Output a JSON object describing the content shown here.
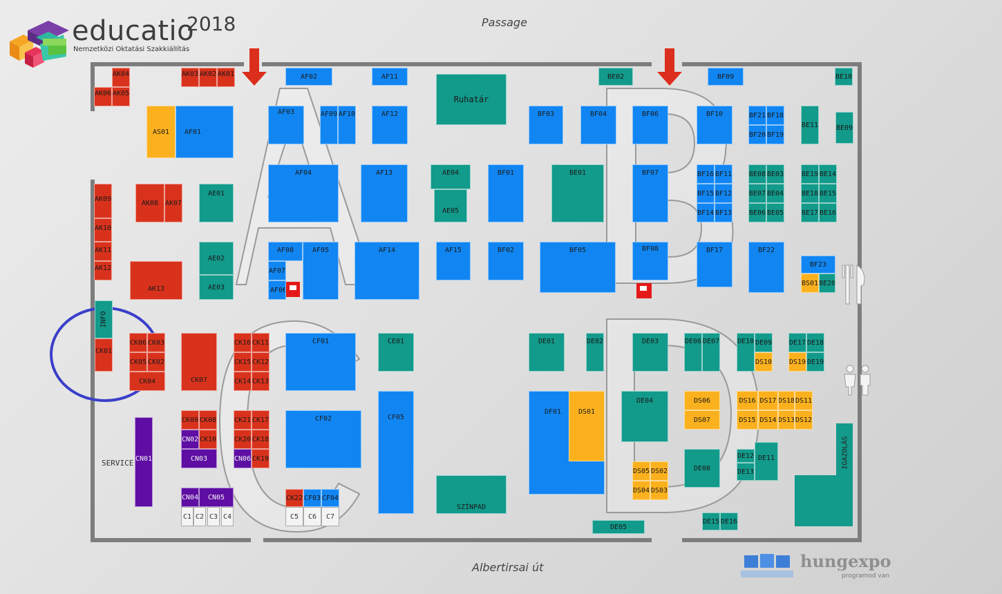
{
  "logo": {
    "name": "educatio",
    "year": "2018",
    "subtitle": "Nemzetközi Oktatási Szakkiállítás"
  },
  "streets": {
    "top": "Passage",
    "bottom": "Albertirsai út"
  },
  "labels": {
    "service": "SERVICE",
    "info": "INFO",
    "igazolas": "IGAZOLÁS"
  },
  "brand": {
    "name": "hungexpo",
    "tagline": "programod van"
  },
  "hall_letters": [
    "A",
    "B",
    "C",
    "D"
  ],
  "icons": [
    "arrow-down-icon",
    "fire-extinguisher-icon",
    "restaurant-icon",
    "restroom-icon"
  ],
  "colors": {
    "red": "#d9321c",
    "blue": "#1186f2",
    "teal": "#129a8b",
    "orange": "#fbb11e",
    "purple": "#5e0ea3",
    "highlight": "#3a3fc9"
  },
  "booths": [
    {
      "id": "AK04",
      "c": "red"
    },
    {
      "id": "AK06",
      "c": "red"
    },
    {
      "id": "AK05",
      "c": "red"
    },
    {
      "id": "AK03",
      "c": "red"
    },
    {
      "id": "AK02",
      "c": "red"
    },
    {
      "id": "AK01",
      "c": "red"
    },
    {
      "id": "AS01",
      "c": "orange"
    },
    {
      "id": "AF01",
      "c": "blue"
    },
    {
      "id": "AK09",
      "c": "red"
    },
    {
      "id": "AK10",
      "c": "red"
    },
    {
      "id": "AK11",
      "c": "red"
    },
    {
      "id": "AK12",
      "c": "red"
    },
    {
      "id": "AK08",
      "c": "red"
    },
    {
      "id": "AK07",
      "c": "red"
    },
    {
      "id": "AK13",
      "c": "red"
    },
    {
      "id": "AE01",
      "c": "teal"
    },
    {
      "id": "AE02",
      "c": "teal"
    },
    {
      "id": "AE03",
      "c": "teal"
    },
    {
      "id": "AF02",
      "c": "blue"
    },
    {
      "id": "AF11",
      "c": "blue"
    },
    {
      "id": "AF03",
      "c": "blue"
    },
    {
      "id": "AF09",
      "c": "blue"
    },
    {
      "id": "AF10",
      "c": "blue"
    },
    {
      "id": "AF12",
      "c": "blue"
    },
    {
      "id": "AF04",
      "c": "blue"
    },
    {
      "id": "AF13",
      "c": "blue"
    },
    {
      "id": "AE04",
      "c": "teal"
    },
    {
      "id": "AE05",
      "c": "teal"
    },
    {
      "id": "AF08",
      "c": "blue"
    },
    {
      "id": "AF05",
      "c": "blue"
    },
    {
      "id": "AF07",
      "c": "blue"
    },
    {
      "id": "AF06",
      "c": "blue"
    },
    {
      "id": "AF14",
      "c": "blue"
    },
    {
      "id": "AF15",
      "c": "blue"
    },
    {
      "id": "Ruhatár",
      "c": "teal"
    },
    {
      "id": "BE02",
      "c": "teal"
    },
    {
      "id": "BF09",
      "c": "blue"
    },
    {
      "id": "BE10",
      "c": "teal"
    },
    {
      "id": "BF03",
      "c": "blue"
    },
    {
      "id": "BF04",
      "c": "blue"
    },
    {
      "id": "BF06",
      "c": "blue"
    },
    {
      "id": "BF10",
      "c": "blue"
    },
    {
      "id": "BF21",
      "c": "blue"
    },
    {
      "id": "BF18",
      "c": "blue"
    },
    {
      "id": "BF20",
      "c": "blue"
    },
    {
      "id": "BF19",
      "c": "blue"
    },
    {
      "id": "BE11",
      "c": "teal"
    },
    {
      "id": "BE09",
      "c": "teal"
    },
    {
      "id": "BF01",
      "c": "blue"
    },
    {
      "id": "BE01",
      "c": "teal"
    },
    {
      "id": "BF07",
      "c": "blue"
    },
    {
      "id": "BF16",
      "c": "blue"
    },
    {
      "id": "BF11",
      "c": "blue"
    },
    {
      "id": "BF15",
      "c": "blue"
    },
    {
      "id": "BF12",
      "c": "blue"
    },
    {
      "id": "BF14",
      "c": "blue"
    },
    {
      "id": "BF13",
      "c": "blue"
    },
    {
      "id": "BE08",
      "c": "teal"
    },
    {
      "id": "BE03",
      "c": "teal"
    },
    {
      "id": "BE07",
      "c": "teal"
    },
    {
      "id": "BE04",
      "c": "teal"
    },
    {
      "id": "BE06",
      "c": "teal"
    },
    {
      "id": "BE05",
      "c": "teal"
    },
    {
      "id": "BE19",
      "c": "teal"
    },
    {
      "id": "BE14",
      "c": "teal"
    },
    {
      "id": "BE18",
      "c": "teal"
    },
    {
      "id": "BE15",
      "c": "teal"
    },
    {
      "id": "BE17",
      "c": "teal"
    },
    {
      "id": "BE16",
      "c": "teal"
    },
    {
      "id": "BF02",
      "c": "blue"
    },
    {
      "id": "BF05",
      "c": "blue"
    },
    {
      "id": "BF08",
      "c": "blue"
    },
    {
      "id": "BF17",
      "c": "blue"
    },
    {
      "id": "BF22",
      "c": "blue"
    },
    {
      "id": "BF23",
      "c": "blue"
    },
    {
      "id": "BS01",
      "c": "orange"
    },
    {
      "id": "BE20",
      "c": "teal"
    },
    {
      "id": "CK01",
      "c": "red"
    },
    {
      "id": "CK06",
      "c": "red"
    },
    {
      "id": "CK03",
      "c": "red"
    },
    {
      "id": "CK05",
      "c": "red"
    },
    {
      "id": "CK02",
      "c": "red"
    },
    {
      "id": "CK04",
      "c": "red"
    },
    {
      "id": "CK07",
      "c": "red"
    },
    {
      "id": "CK16",
      "c": "red"
    },
    {
      "id": "CK11",
      "c": "red"
    },
    {
      "id": "CK15",
      "c": "red"
    },
    {
      "id": "CK12",
      "c": "red"
    },
    {
      "id": "CK14",
      "c": "red"
    },
    {
      "id": "CK13",
      "c": "red"
    },
    {
      "id": "CF01",
      "c": "blue"
    },
    {
      "id": "CE01",
      "c": "teal"
    },
    {
      "id": "CF02",
      "c": "blue"
    },
    {
      "id": "CF05",
      "c": "blue"
    },
    {
      "id": "CN01",
      "c": "purple"
    },
    {
      "id": "CK09",
      "c": "red"
    },
    {
      "id": "CK08",
      "c": "red"
    },
    {
      "id": "CN02",
      "c": "purple"
    },
    {
      "id": "CK10",
      "c": "red"
    },
    {
      "id": "CN03",
      "c": "purple"
    },
    {
      "id": "CK21",
      "c": "red"
    },
    {
      "id": "CK17",
      "c": "red"
    },
    {
      "id": "CK20",
      "c": "red"
    },
    {
      "id": "CK18",
      "c": "red"
    },
    {
      "id": "CN06",
      "c": "purple"
    },
    {
      "id": "CK19",
      "c": "red"
    },
    {
      "id": "CN04",
      "c": "purple"
    },
    {
      "id": "CN05",
      "c": "purple"
    },
    {
      "id": "C1",
      "c": "white"
    },
    {
      "id": "C2",
      "c": "white"
    },
    {
      "id": "C3",
      "c": "white"
    },
    {
      "id": "C4",
      "c": "white"
    },
    {
      "id": "CK22",
      "c": "red"
    },
    {
      "id": "CF03",
      "c": "blue"
    },
    {
      "id": "CF04",
      "c": "blue"
    },
    {
      "id": "C5",
      "c": "white"
    },
    {
      "id": "C6",
      "c": "white"
    },
    {
      "id": "C7",
      "c": "white"
    },
    {
      "id": "SZÍNPAD",
      "c": "teal"
    },
    {
      "id": "DE01",
      "c": "teal"
    },
    {
      "id": "DE02",
      "c": "teal"
    },
    {
      "id": "DE03",
      "c": "teal"
    },
    {
      "id": "DE06",
      "c": "teal"
    },
    {
      "id": "DE07",
      "c": "teal"
    },
    {
      "id": "DE10",
      "c": "teal"
    },
    {
      "id": "DE09",
      "c": "teal"
    },
    {
      "id": "DS10",
      "c": "orange"
    },
    {
      "id": "DE17",
      "c": "teal"
    },
    {
      "id": "DE18",
      "c": "teal"
    },
    {
      "id": "DS19",
      "c": "orange"
    },
    {
      "id": "DE19",
      "c": "teal"
    },
    {
      "id": "DF01",
      "c": "blue"
    },
    {
      "id": "DS01",
      "c": "orange"
    },
    {
      "id": "DE04",
      "c": "teal"
    },
    {
      "id": "DS06",
      "c": "orange"
    },
    {
      "id": "DS07",
      "c": "orange"
    },
    {
      "id": "DS16",
      "c": "orange"
    },
    {
      "id": "DS17",
      "c": "orange"
    },
    {
      "id": "DS18",
      "c": "orange"
    },
    {
      "id": "DS11",
      "c": "orange"
    },
    {
      "id": "DS15",
      "c": "orange"
    },
    {
      "id": "DS14",
      "c": "orange"
    },
    {
      "id": "DS13",
      "c": "orange"
    },
    {
      "id": "DS12",
      "c": "orange"
    },
    {
      "id": "DE12",
      "c": "teal"
    },
    {
      "id": "DE13",
      "c": "teal"
    },
    {
      "id": "DE11",
      "c": "teal"
    },
    {
      "id": "DS05",
      "c": "orange"
    },
    {
      "id": "DS02",
      "c": "orange"
    },
    {
      "id": "DS04",
      "c": "orange"
    },
    {
      "id": "DS03",
      "c": "orange"
    },
    {
      "id": "DE08",
      "c": "teal"
    },
    {
      "id": "DE05",
      "c": "teal"
    },
    {
      "id": "DE15",
      "c": "teal"
    },
    {
      "id": "DE16",
      "c": "teal"
    }
  ]
}
